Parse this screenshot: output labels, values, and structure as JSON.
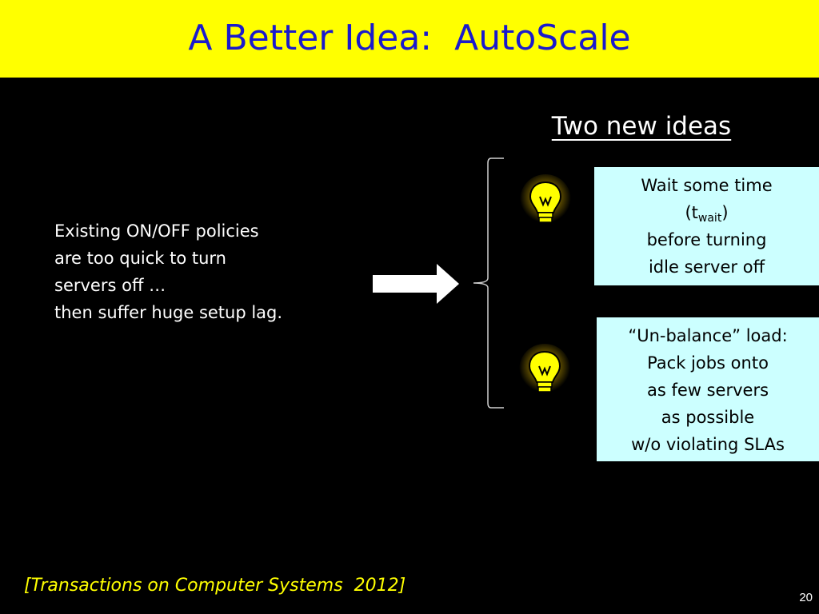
{
  "slide": {
    "title": "A Better Idea:  AutoScale",
    "page_number": "20"
  },
  "subheading": "Two new ideas",
  "left_text": {
    "lines": [
      "Existing ON/OFF policies",
      "are too quick to turn",
      "servers off …",
      "then suffer huge setup lag."
    ]
  },
  "idea_1": {
    "line1": "Wait some time",
    "t_open": "(t",
    "t_sub": "wait",
    "t_close": ")",
    "line3": "before turning",
    "line4": "idle server off"
  },
  "idea_2": {
    "lines": [
      "“Un-balance” load:",
      "Pack jobs onto",
      "as few servers",
      "as possible",
      "w/o violating SLAs"
    ]
  },
  "citation": "[Transactions on Computer Systems  2012]",
  "icons": {
    "bulb": "lightbulb-icon",
    "arrow": "arrow-right-icon",
    "brace": "left-brace-icon"
  },
  "colors": {
    "title_bar": "#ffff00",
    "title_text": "#1a1acc",
    "background": "#000000",
    "idea_box": "#ccffff",
    "citation": "#ffff00",
    "bulb": "#ffff00"
  }
}
